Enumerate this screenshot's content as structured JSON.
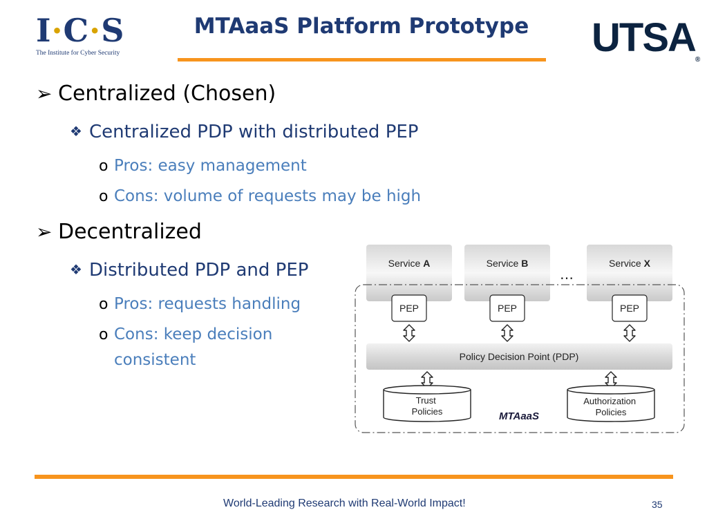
{
  "header": {
    "logo_left": {
      "letters": [
        "I",
        "C",
        "S"
      ],
      "dot": "·",
      "subtitle": "The Institute for Cyber Security"
    },
    "title": "MTAaaS Platform Prototype",
    "logo_right": {
      "text": "UTSA",
      "mark": "®"
    }
  },
  "bullets": [
    {
      "text": "Centralized (Chosen)",
      "sub": [
        {
          "text": "Centralized PDP with distributed PEP",
          "items": [
            "Pros: easy management",
            "Cons: volume of requests may be high"
          ]
        }
      ]
    },
    {
      "text": "Decentralized",
      "sub": [
        {
          "text": "Distributed PDP and PEP",
          "items": [
            "Pros: requests handling",
            "Cons: keep decision",
            "consistent"
          ]
        }
      ]
    }
  ],
  "markers": {
    "level1": "➢",
    "level2": "❖",
    "level3": "o"
  },
  "diagram": {
    "services": [
      {
        "prefix": "Service ",
        "id": "A"
      },
      {
        "prefix": "Service ",
        "id": "B"
      },
      {
        "prefix": "Service ",
        "id": "X"
      }
    ],
    "ellipsis": "…",
    "pep_label": "PEP",
    "pdp_label": "Policy Decision Point (PDP)",
    "stores": [
      {
        "lines": [
          "Trust",
          "Policies"
        ]
      },
      {
        "lines": [
          "Authorization",
          "Policies"
        ]
      }
    ],
    "platform_label": "MTAaaS"
  },
  "footer": {
    "tagline": "World-Leading Research with Real-World Impact!",
    "page": "35"
  },
  "colors": {
    "navy": "#1f3a73",
    "orange": "#f7941d",
    "subtext": "#4a7ebb"
  }
}
